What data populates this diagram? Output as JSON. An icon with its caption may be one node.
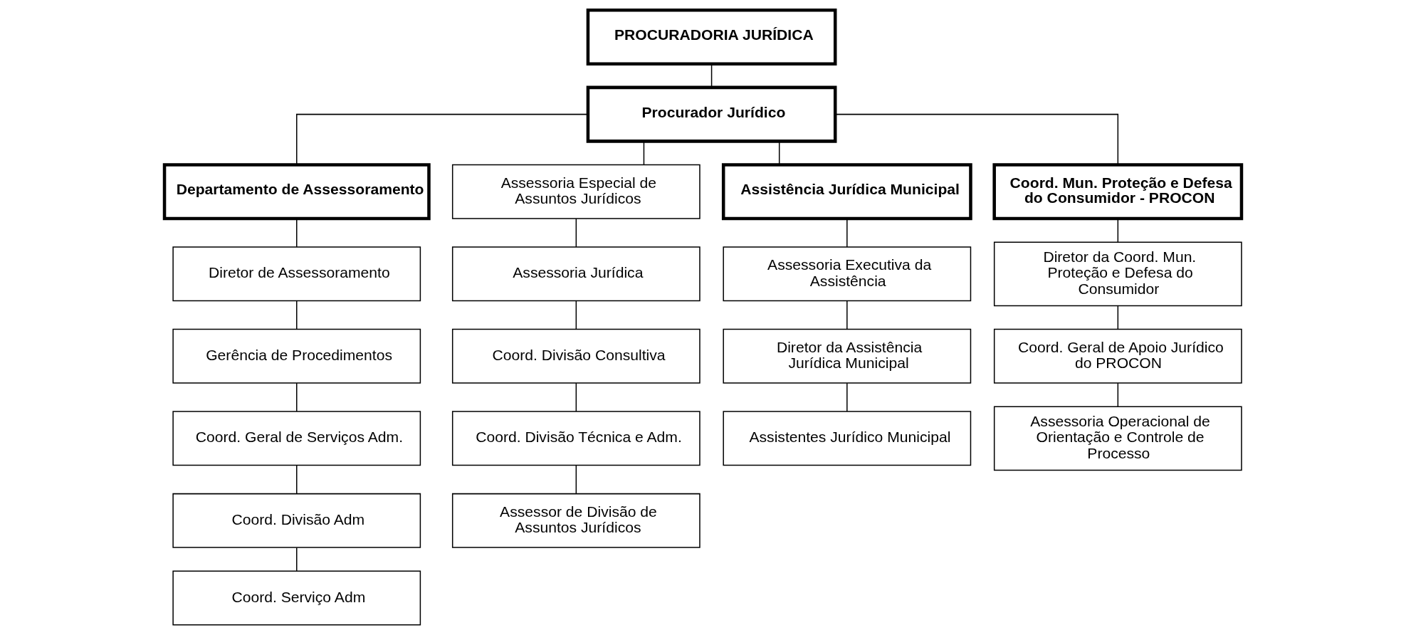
{
  "diagram": {
    "nodes": [
      {
        "text": [
          "PROCURADORIA JURÍDICA"
        ]
      },
      {
        "text": [
          "Procurador Jurídico"
        ]
      },
      {
        "text": [
          "Departamento de Assessoramento"
        ]
      },
      {
        "text": [
          "Assessoria Especial de Assuntos Jurídicos"
        ]
      },
      {
        "text": [
          "Assistência Jurídica Municipal"
        ]
      },
      {
        "text": [
          "Coord. Mun. Proteção e Defesa do Consumidor - PROCON"
        ]
      },
      {
        "text": [
          "Diretor de Assessoramento"
        ]
      },
      {
        "text": [
          "Gerência de Procedimentos"
        ]
      },
      {
        "text": [
          "Coord. Geral de Serviços Adm."
        ]
      },
      {
        "text": [
          "Coord. Divisão Adm"
        ]
      },
      {
        "text": [
          "Coord. Serviço Adm"
        ]
      },
      {
        "text": [
          "Assessoria Jurídica"
        ]
      },
      {
        "text": [
          "Coord. Divisão Consultiva"
        ]
      },
      {
        "text": [
          "Coord. Divisão Técnica e Adm."
        ]
      },
      {
        "text": [
          "Assessor de Divisão de Assuntos Jurídicos"
        ]
      },
      {
        "text": [
          "Assessoria Executiva da Assistência"
        ]
      },
      {
        "text": [
          "Diretor da Assistência Jurídica Municipal"
        ]
      },
      {
        "text": [
          "Assistentes Jurídico Municipal"
        ]
      },
      {
        "text": [
          "Diretor da Coord. Mun. Proteção e Defesa do Consumidor"
        ]
      },
      {
        "text": [
          "Coord. Geral de Apoio Jurídico do PROCON"
        ]
      },
      {
        "text": [
          "Assessoria Operacional de Orientação e Controle de Processo"
        ]
      }
    ],
    "edges": [
      {
        "from": 0,
        "to": 1,
        "arrow": "none"
      },
      {
        "from": 1,
        "to": 2,
        "arrow": "none"
      },
      {
        "from": 1,
        "to": 3,
        "arrow": "none"
      },
      {
        "from": 1,
        "to": 4,
        "arrow": "none"
      },
      {
        "from": 1,
        "to": 5,
        "arrow": "none"
      },
      {
        "from": 2,
        "to": 6,
        "arrow": "none"
      },
      {
        "from": 6,
        "to": 7,
        "arrow": "none"
      },
      {
        "from": 7,
        "to": 8,
        "arrow": "none"
      },
      {
        "from": 8,
        "to": 9,
        "arrow": "none"
      },
      {
        "from": 9,
        "to": 10,
        "arrow": "none"
      },
      {
        "from": 3,
        "to": 11,
        "arrow": "none"
      },
      {
        "from": 11,
        "to": 12,
        "arrow": "none"
      },
      {
        "from": 12,
        "to": 13,
        "arrow": "none"
      },
      {
        "from": 13,
        "to": 14,
        "arrow": "none"
      },
      {
        "from": 4,
        "to": 15,
        "arrow": "none"
      },
      {
        "from": 15,
        "to": 16,
        "arrow": "none"
      },
      {
        "from": 16,
        "to": 17,
        "arrow": "none"
      },
      {
        "from": 5,
        "to": 18,
        "arrow": "none"
      },
      {
        "from": 18,
        "to": 19,
        "arrow": "none"
      },
      {
        "from": 19,
        "to": 20,
        "arrow": "none"
      }
    ]
  }
}
